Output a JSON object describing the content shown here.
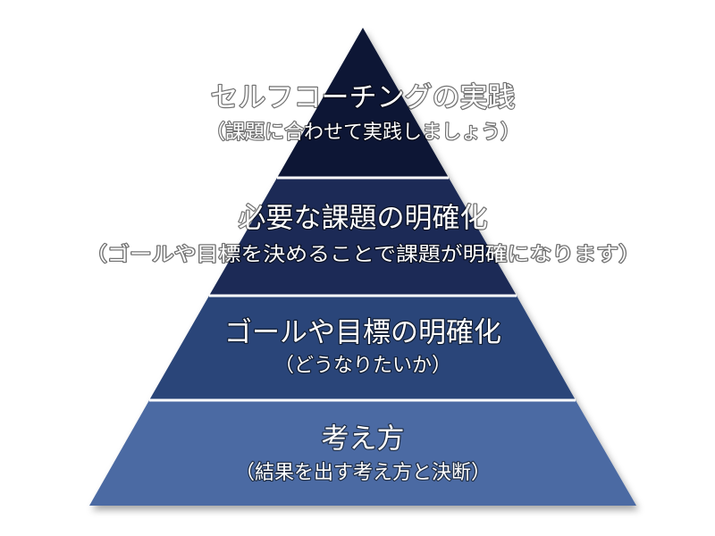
{
  "pyramid": {
    "tiers": [
      {
        "title": "セルフコーチングの実践",
        "subtitle": "（課題に合わせて実践しましょう）",
        "color": "#0e1836"
      },
      {
        "title": "必要な課題の明確化",
        "subtitle": "（ゴールや目標を決めることで課題が明確になります）",
        "color": "#1a2b57"
      },
      {
        "title": "ゴールや目標の明確化",
        "subtitle": "（どうなりたいか）",
        "color": "#2a4479"
      },
      {
        "title": "考え方",
        "subtitle": "（結果を出す考え方と決断）",
        "color": "#4c6ba3"
      }
    ],
    "separator_color": "#ffffff"
  }
}
